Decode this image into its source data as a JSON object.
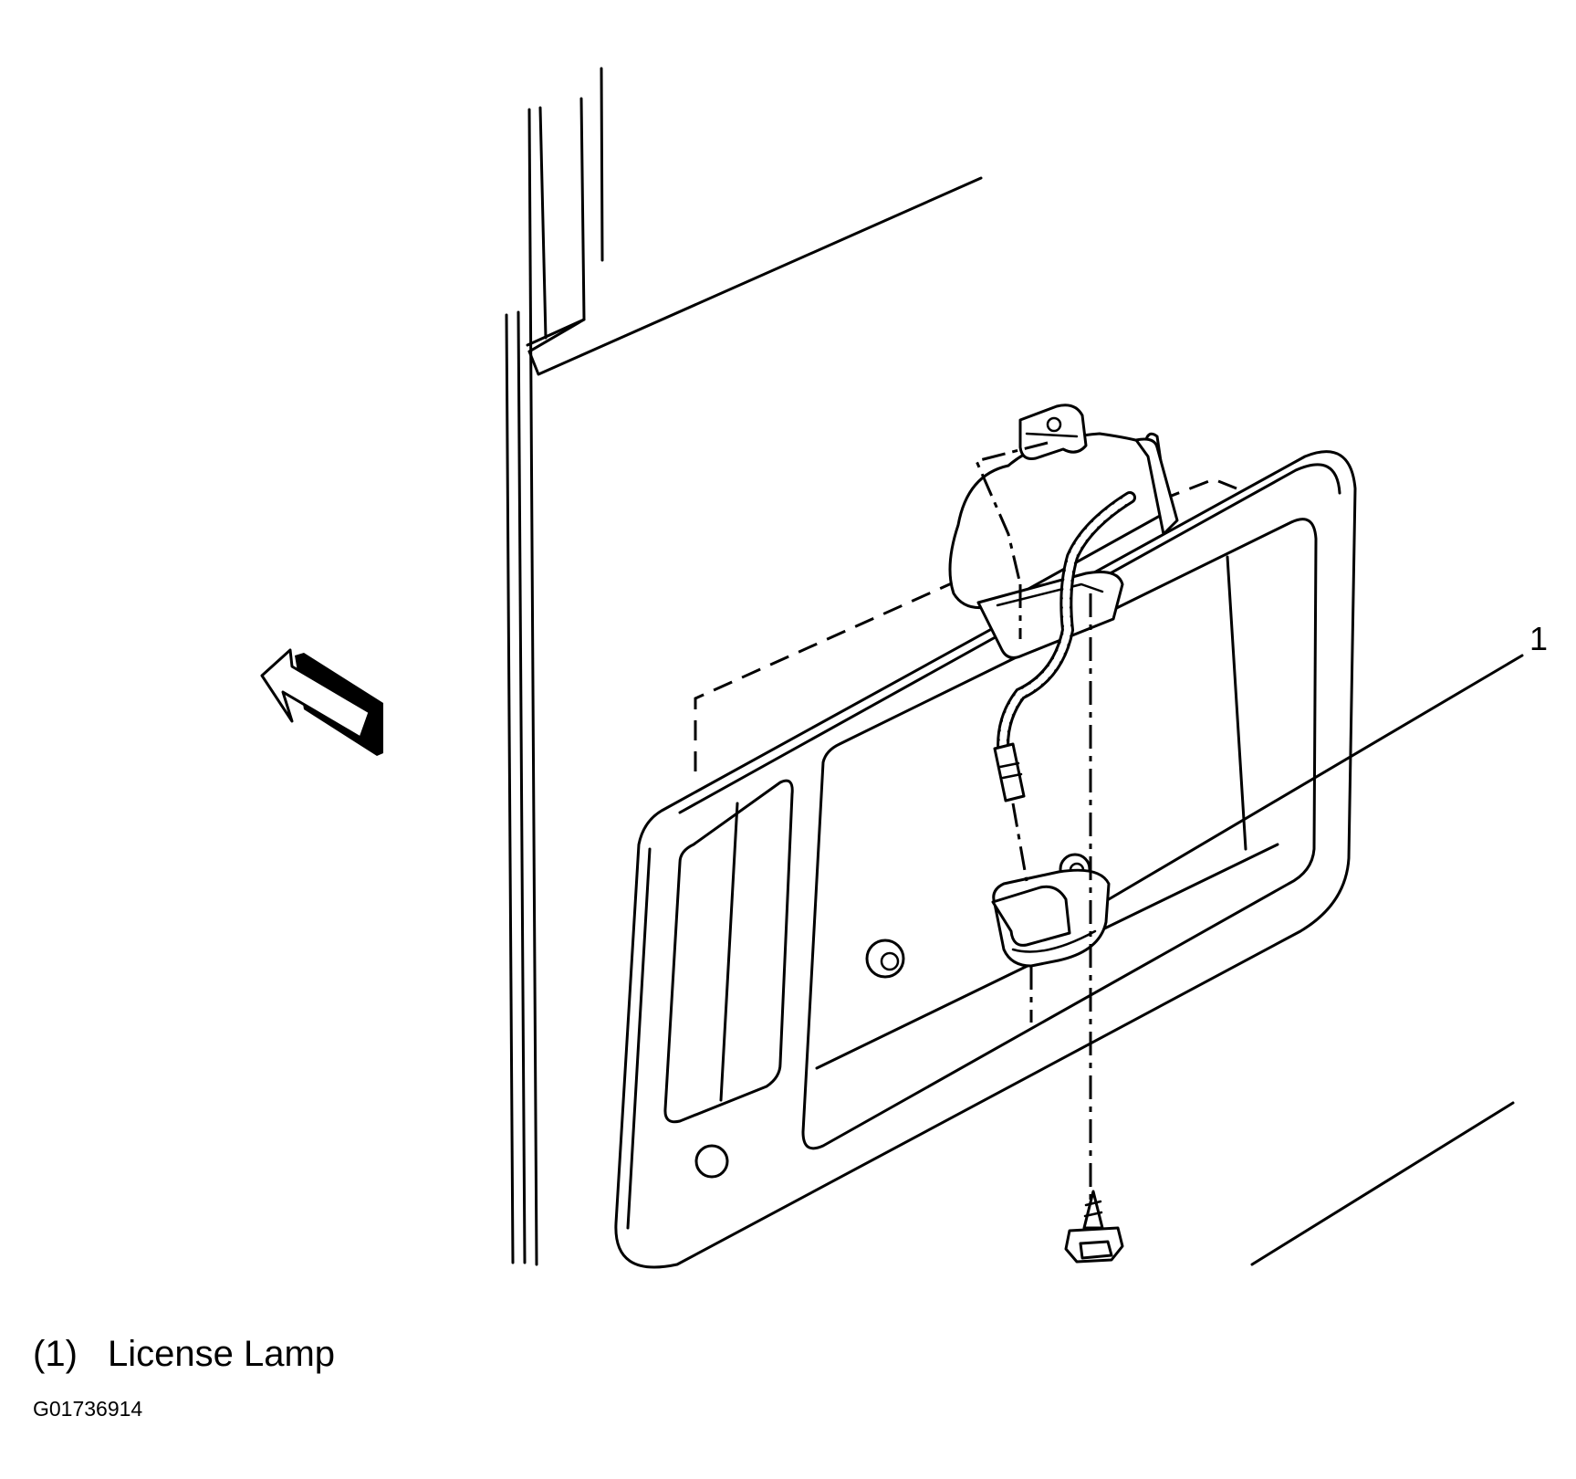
{
  "callouts": [
    {
      "number": "1"
    }
  ],
  "legend": [
    {
      "key": "(1)",
      "label": "License Lamp"
    }
  ],
  "figure_id": "G01736914",
  "icons": {
    "direction_arrow": "direction-arrow-icon",
    "screw": "screw-icon"
  }
}
